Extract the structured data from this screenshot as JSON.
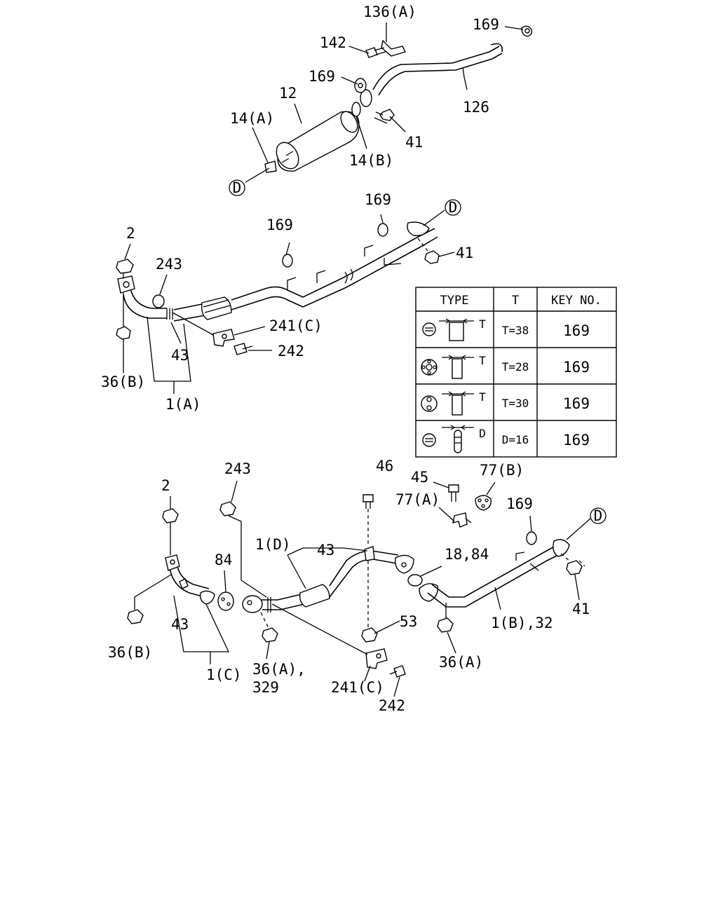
{
  "callouts": {
    "top": {
      "c136a": "136(A)",
      "c169a": "169",
      "c142": "142",
      "c169b": "169",
      "c12": "12",
      "c126": "126",
      "c14a": "14(A)",
      "c41": "41",
      "c14b": "14(B)",
      "cD": "D"
    },
    "mid": {
      "c169a": "169",
      "cD": "D",
      "c169b": "169",
      "c2": "2",
      "c41": "41",
      "c243": "243",
      "c241c": "241(C)",
      "c242": "242",
      "c43": "43",
      "c36b": "36(B)",
      "c1a": "1(A)"
    },
    "bottom": {
      "c2": "2",
      "c243": "243",
      "c46": "46",
      "c45": "45",
      "c77b": "77(B)",
      "c77a": "77(A)",
      "c169": "169",
      "cD": "D",
      "c1d": "1(D)",
      "c43a": "43",
      "c84": "84",
      "c1884": "18,84",
      "c43b": "43",
      "c53": "53",
      "c41": "41",
      "c36b": "36(B)",
      "c1b32": "1(B),32",
      "c36a329_1": "36(A),",
      "c36a329_2": "329",
      "c36a": "36(A)",
      "c1c": "1(C)",
      "c241c": "241(C)",
      "c242": "242"
    }
  },
  "table": {
    "headers": [
      "TYPE",
      "T",
      "KEY NO."
    ],
    "rows": [
      {
        "dim_letter": "T",
        "value": "T=38",
        "key": "169"
      },
      {
        "dim_letter": "T",
        "value": "T=28",
        "key": "169"
      },
      {
        "dim_letter": "T",
        "value": "T=30",
        "key": "169"
      },
      {
        "dim_letter": "D",
        "value": "D=16",
        "key": "169"
      }
    ]
  }
}
